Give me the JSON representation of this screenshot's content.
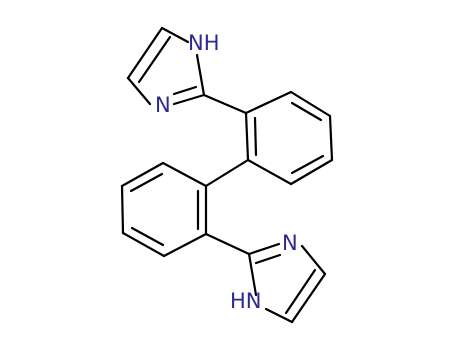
{
  "molecule": {
    "atoms": {
      "n_top_nh": "NH",
      "n_top_n": "N",
      "n_bottom_n": "N",
      "n_bottom_hn": "HN"
    },
    "colors": {
      "bond": "#000000",
      "nitrogen": "#2d2a8f",
      "background": "#ffffff"
    }
  }
}
